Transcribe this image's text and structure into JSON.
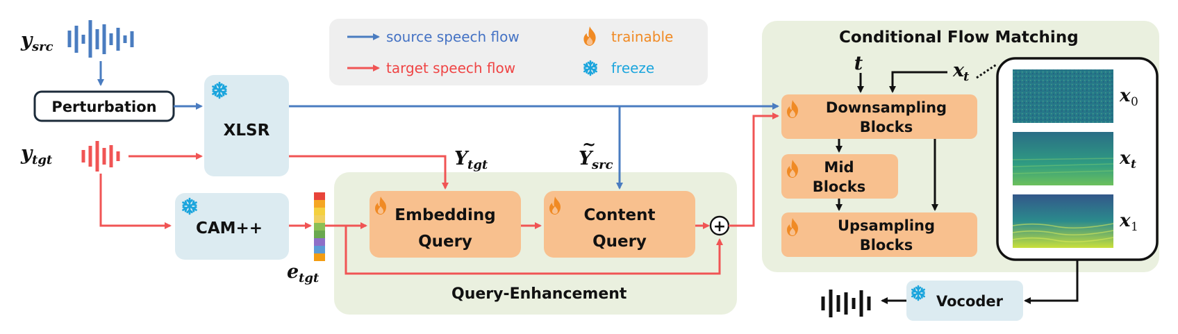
{
  "colors": {
    "blue": "#4a7cc0",
    "red": "#f05454",
    "orange_box": "#f8c08e",
    "orange_icon": "#f08a24",
    "light_blue_box": "#dcebf1",
    "green_panel": "#eaf0df",
    "legend_bg": "#efefef",
    "snowflake": "#1ba5dd"
  },
  "legend": {
    "source": "source speech flow",
    "target": "target speech flow",
    "trainable": "trainable",
    "freeze": "freeze"
  },
  "inputs": {
    "y_src": "y",
    "y_src_sub": "src",
    "y_tgt": "y",
    "y_tgt_sub": "tgt"
  },
  "boxes": {
    "perturbation": "Perturbation",
    "xlsr": "XLSR",
    "campp": "CAM++",
    "embedding_query_1": "Embedding",
    "embedding_query_2": "Query",
    "content_query_1": "Content",
    "content_query_2": "Query",
    "query_enhancement": "Query-Enhancement",
    "cfm_title": "Conditional Flow Matching",
    "down_1": "Downsampling",
    "down_2": "Blocks",
    "mid_1": "Mid",
    "mid_2": "Blocks",
    "up_1": "Upsampling",
    "up_2": "Blocks",
    "vocoder": "Vocoder"
  },
  "symbols": {
    "Y_tgt": "Y",
    "Y_tgt_sub": "tgt",
    "Y_src": "Y",
    "Y_src_sub": "src",
    "tilde": "~",
    "e_tgt": "e",
    "e_tgt_sub": "tgt",
    "t": "t",
    "x_t": "x",
    "x_t_sub": "t",
    "plus": "+",
    "spec_x0": "x",
    "spec_x0_sub": "0",
    "spec_xt": "x",
    "spec_xt_sub": "t",
    "spec_x1": "x",
    "spec_x1_sub": "1"
  },
  "icons": [
    "snowflake-icon",
    "flame-icon",
    "waveform-icon",
    "spectrogram-icon"
  ]
}
